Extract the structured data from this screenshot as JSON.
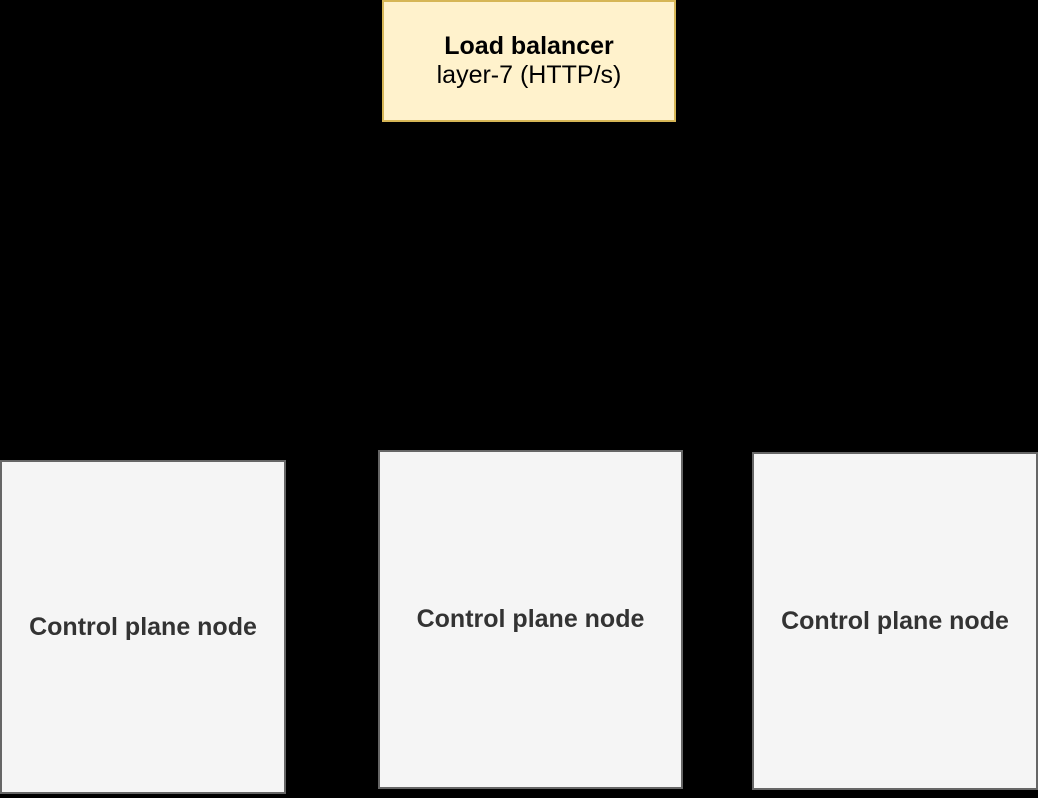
{
  "diagram": {
    "background_color": "#000000",
    "load_balancer": {
      "title": "Load balancer",
      "subtitle": "layer-7 (HTTP/s)",
      "fill_color": "#FFF2CC",
      "border_color": "#D6B656",
      "text_color": "#000000"
    },
    "nodes": [
      {
        "label": "Control plane node"
      },
      {
        "label": "Control plane node"
      },
      {
        "label": "Control plane node"
      }
    ],
    "node_style": {
      "fill_color": "#F5F5F5",
      "border_color": "#666666",
      "text_color": "#333333"
    }
  }
}
